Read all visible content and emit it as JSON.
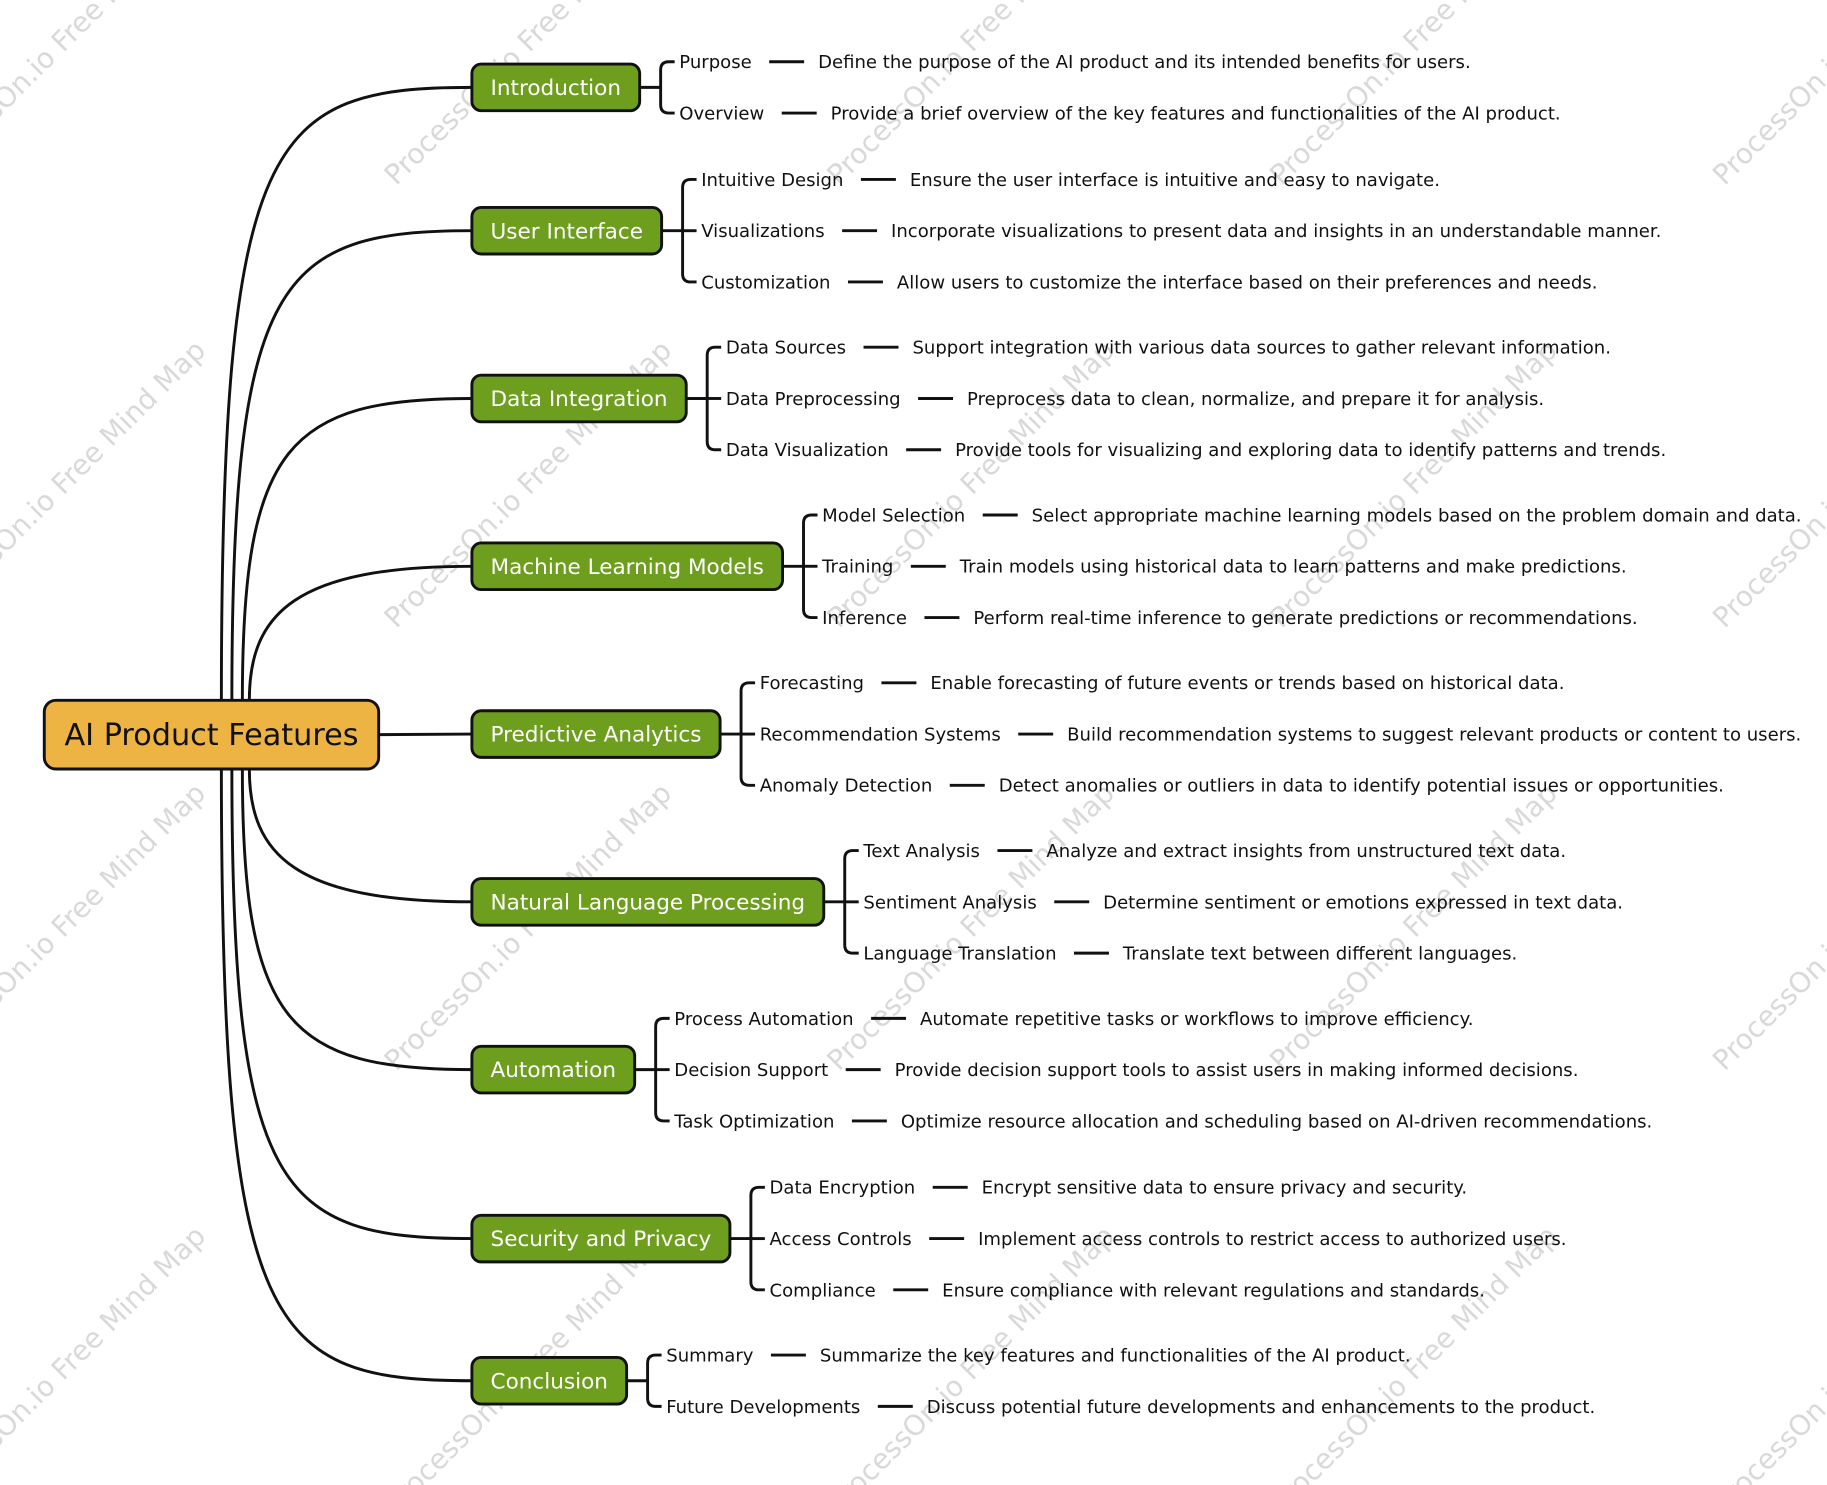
{
  "watermark": "ProcessOn.io Free Mind Map",
  "colors": {
    "root_fill": "#EDB444",
    "branch_fill": "#6E9E1E",
    "branch_text": "#ffffff",
    "line": "#111111",
    "text": "#111111",
    "watermark": "#d9d9d9"
  },
  "mindmap": {
    "root": "AI Product Features",
    "branches": [
      {
        "label": "Introduction",
        "items": [
          {
            "label": "Purpose",
            "detail": "Define the purpose of the AI product and its intended benefits for users."
          },
          {
            "label": "Overview",
            "detail": "Provide a brief overview of the key features and functionalities of the AI product."
          }
        ]
      },
      {
        "label": "User Interface",
        "items": [
          {
            "label": "Intuitive Design",
            "detail": "Ensure the user interface is intuitive and easy to navigate."
          },
          {
            "label": "Visualizations",
            "detail": "Incorporate visualizations to present data and insights in an understandable manner."
          },
          {
            "label": "Customization",
            "detail": "Allow users to customize the interface based on their preferences and needs."
          }
        ]
      },
      {
        "label": "Data Integration",
        "items": [
          {
            "label": "Data Sources",
            "detail": "Support integration with various data sources to gather relevant information."
          },
          {
            "label": "Data Preprocessing",
            "detail": "Preprocess data to clean, normalize, and prepare it for analysis."
          },
          {
            "label": "Data Visualization",
            "detail": "Provide tools for visualizing and exploring data to identify patterns and trends."
          }
        ]
      },
      {
        "label": "Machine Learning Models",
        "items": [
          {
            "label": "Model Selection",
            "detail": "Select appropriate machine learning models based on the problem domain and data."
          },
          {
            "label": "Training",
            "detail": "Train models using historical data to learn patterns and make predictions."
          },
          {
            "label": "Inference",
            "detail": "Perform real-time inference to generate predictions or recommendations."
          }
        ]
      },
      {
        "label": "Predictive Analytics",
        "items": [
          {
            "label": "Forecasting",
            "detail": "Enable forecasting of future events or trends based on historical data."
          },
          {
            "label": "Recommendation Systems",
            "detail": "Build recommendation systems to suggest relevant products or content to users."
          },
          {
            "label": "Anomaly Detection",
            "detail": "Detect anomalies or outliers in data to identify potential issues or opportunities."
          }
        ]
      },
      {
        "label": "Natural Language Processing",
        "items": [
          {
            "label": "Text Analysis",
            "detail": "Analyze and extract insights from unstructured text data."
          },
          {
            "label": "Sentiment Analysis",
            "detail": "Determine sentiment or emotions expressed in text data."
          },
          {
            "label": "Language Translation",
            "detail": "Translate text between different languages."
          }
        ]
      },
      {
        "label": "Automation",
        "items": [
          {
            "label": "Process Automation",
            "detail": "Automate repetitive tasks or workflows to improve efficiency."
          },
          {
            "label": "Decision Support",
            "detail": "Provide decision support tools to assist users in making informed decisions."
          },
          {
            "label": "Task Optimization",
            "detail": "Optimize resource allocation and scheduling based on AI-driven recommendations."
          }
        ]
      },
      {
        "label": "Security and Privacy",
        "items": [
          {
            "label": "Data Encryption",
            "detail": "Encrypt sensitive data to ensure privacy and security."
          },
          {
            "label": "Access Controls",
            "detail": "Implement access controls to restrict access to authorized users."
          },
          {
            "label": "Compliance",
            "detail": "Ensure compliance with relevant regulations and standards."
          }
        ]
      },
      {
        "label": "Conclusion",
        "items": [
          {
            "label": "Summary",
            "detail": "Summarize the key features and functionalities of the AI product."
          },
          {
            "label": "Future Developments",
            "detail": "Discuss potential future developments and enhancements to the product."
          }
        ]
      }
    ]
  }
}
